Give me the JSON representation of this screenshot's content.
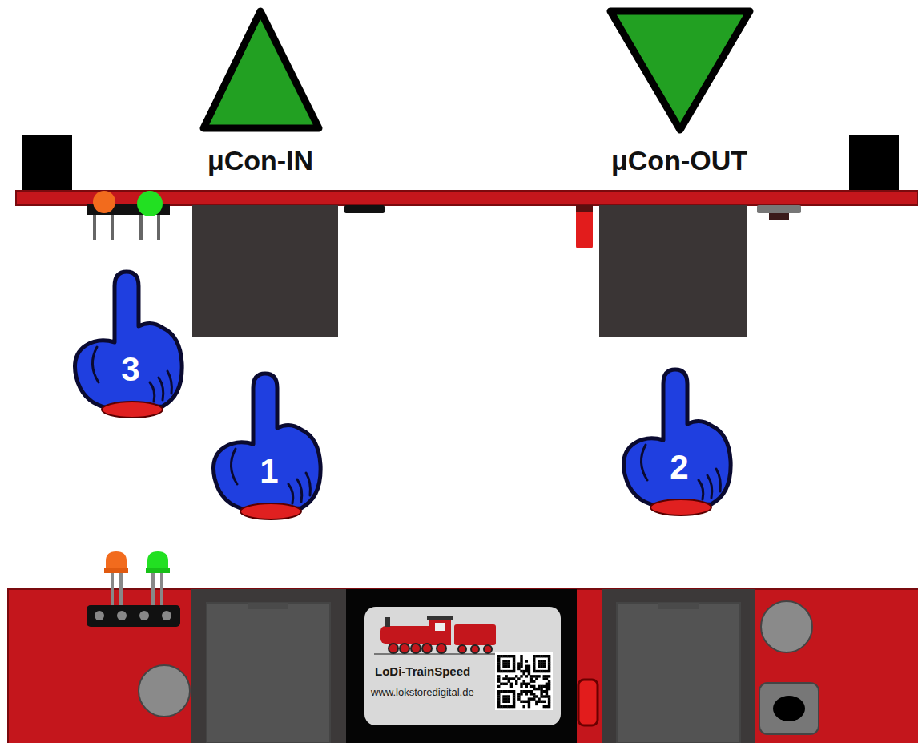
{
  "diagram": {
    "nodes": [
      {
        "text": [
          "LoDi-TrainSpeed",
          "www.lokstoredigital.de"
        ]
      }
    ],
    "labels": [
      "μCon-IN",
      "μCon-OUT",
      "3",
      "1",
      "2"
    ]
  }
}
